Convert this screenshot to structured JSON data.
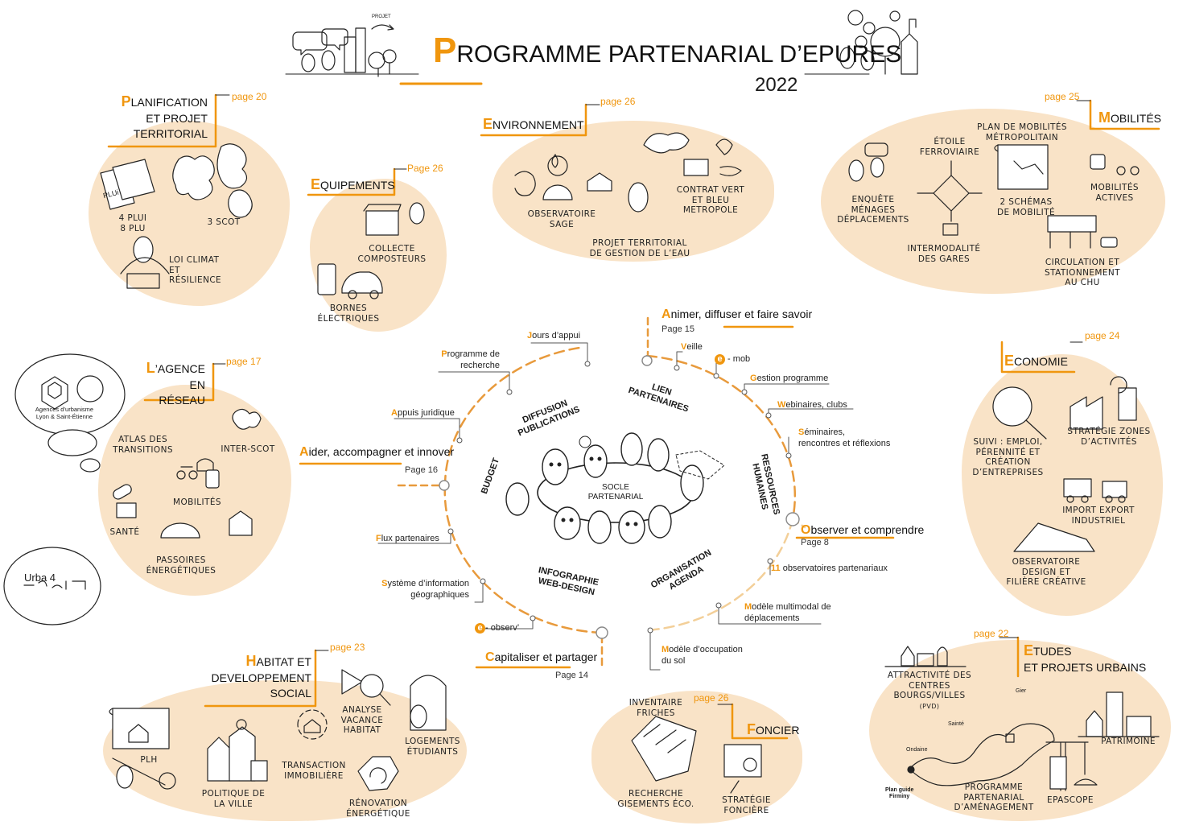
{
  "header": {
    "title_first": "P",
    "title_rest": "ROGRAMME PARTENARIAL D’EPURES",
    "year": "2022",
    "sketch_text": "PROJET"
  },
  "colors": {
    "accent": "#f0960e",
    "blob": "#f9e3c7"
  },
  "sections": {
    "planification": {
      "first": "P",
      "rest": "LANIFICATION",
      "line2": "ET PROJET",
      "line3": "TERRITORIAL",
      "page": "page 20",
      "items": [
        "4 PLUI",
        "8 PLU",
        "3 SCOT",
        "LOI CLIMAT",
        "ET",
        "RÉSILIENCE"
      ],
      "sketch_text": "PLUi"
    },
    "equipements": {
      "first": "E",
      "rest": "QUIPEMENTS",
      "page": "Page 26",
      "items": [
        "COLLECTE",
        "COMPOSTEURS",
        "BORNES",
        "ÉLECTRIQUES"
      ]
    },
    "environnement": {
      "first": "E",
      "rest": "NVIRONNEMENT",
      "page": "page 26",
      "items": [
        "OBSERVATOIRE",
        "SAGE",
        "CONTRAT VERT",
        "ET BLEU",
        "METROPOLE",
        "PROJET TERRITORIAL",
        "DE GESTION DE L’EAU"
      ]
    },
    "mobilites": {
      "first": "M",
      "rest": "OBILITÉS",
      "page": "page 25",
      "items": [
        "ENQUÊTE",
        "MÉNAGES",
        "DÉPLACEMENTS",
        "ÉTOILE",
        "FERROVIAIRE",
        "PLAN DE MOBILITÉS",
        "MÉTROPOLITAIN",
        "2 SCHÉMAS",
        "DE MOBILITÉ",
        "MOBILITÉS",
        "ACTIVES",
        "INTERMODALITÉ",
        "DES GARES",
        "CIRCULATION ET",
        "STATIONNEMENT",
        "AU CHU"
      ]
    },
    "agence": {
      "first": "L",
      "rest": "’AGENCE",
      "line2": "EN RÉSEAU",
      "page": "page 17",
      "items": [
        "ATLAS DES",
        "TRANSITIONS",
        "INTER-SCOT",
        "MOBILITÉS",
        "SANTÉ",
        "PASSOIRES",
        "ÉNERGÉTIQUES"
      ],
      "bubble_text": [
        "Agences d’urbanisme",
        "Lyon & Saint-Étienne"
      ],
      "urba_text": "Urba 4"
    },
    "economie": {
      "first": "E",
      "rest": "CONOMIE",
      "page": "page 24",
      "items": [
        "SUIVI : EMPLOI,",
        "PÉRENNITÉ ET",
        "CRÉATION",
        "D’ENTREPRISES",
        "STRATÉGIE ZONES",
        "D’ACTIVITÉS",
        "IMPORT EXPORT",
        "INDUSTRIEL",
        "OBSERVATOIRE",
        "DESIGN ET",
        "FILIÈRE CRÉATIVE"
      ]
    },
    "habitat": {
      "first": "H",
      "rest": "ABITAT ET",
      "line2": "DEVELOPPEMENT",
      "line3": "SOCIAL",
      "page": "page 23",
      "items": [
        "PLH",
        "POLITIQUE DE",
        "LA VILLE",
        "TRANSACTION",
        "IMMOBILIÈRE",
        "ANALYSE",
        "VACANCE",
        "HABITAT",
        "LOGEMENTS",
        "ÉTUDIANTS",
        "RÉNOVATION",
        "ÉNERGÉTIQUE"
      ]
    },
    "foncier": {
      "first": "F",
      "rest": "ONCIER",
      "page": "page 26",
      "items": [
        "INVENTAIRE",
        "FRICHES",
        "RECHERCHE",
        "GISEMENTS ÉCO.",
        "STRATÉGIE",
        "FONCIÈRE"
      ]
    },
    "etudes": {
      "first": "E",
      "rest": "TUDES",
      "line2": "ET PROJETS URBAINS",
      "page": "page 22",
      "items": [
        "ATTRACTIVITÉ DES",
        "CENTRES",
        "BOURGS/VILLES",
        "(PVD)",
        "PATRIMOINE",
        "PROGRAMME",
        "PARTENARIAL",
        "D’AMÉNAGEMENT",
        "EPASCOPE"
      ],
      "map_labels": [
        "Gier",
        "Sainté",
        "Ondaine",
        "Plan guide",
        "Firminy"
      ]
    }
  },
  "center": {
    "socle": [
      "SOCLE",
      "PARTENARIAL"
    ],
    "quadrants": {
      "diffusion": [
        "DIFFUSION",
        "PUBLICATIONS"
      ],
      "lien": [
        "LIEN",
        "PARTENAIRES"
      ],
      "budget": "BUDGET",
      "rh": [
        "RESSOURCES",
        "HUMAINES"
      ],
      "infographie": [
        "INFOGRAPHIE",
        "WEB-DESIGN"
      ],
      "organisation": [
        "ORGANISATION",
        "AGENDA"
      ]
    },
    "axes": {
      "animer": {
        "first": "A",
        "rest": "nimer, diffuser et faire savoir",
        "page": "Page 15"
      },
      "aider": {
        "first": "A",
        "rest": "ider, accompagner et innover",
        "page": "Page 16"
      },
      "observer": {
        "first": "O",
        "rest": "bserver et comprendre",
        "page": "Page 8"
      },
      "capitaliser": {
        "first": "C",
        "rest": "apitaliser et partager",
        "page": "Page 14"
      }
    },
    "labels": {
      "jours": {
        "first": "J",
        "rest": "ours d’appui"
      },
      "programme": {
        "first": "P",
        "rest": "rogramme de",
        "line2": "recherche"
      },
      "appuis": {
        "first": "A",
        "rest": "ppuis juridique"
      },
      "veille": {
        "first": "V",
        "rest": "eille"
      },
      "emob": {
        "first": "e",
        "rest": " - mob"
      },
      "gestion": {
        "first": "G",
        "rest": "estion programme"
      },
      "webinaires": {
        "first": "W",
        "rest": "ebinaires, clubs"
      },
      "seminaires": {
        "first": "S",
        "rest": "éminaires,",
        "line2": "rencontres et réflexions"
      },
      "flux": {
        "first": "F",
        "rest": "lux partenaires"
      },
      "sig": {
        "first": "S",
        "rest": "ystème d’information",
        "line2": "géographiques"
      },
      "eobserv": {
        "first": "e",
        "rest": "- observ’"
      },
      "onze": {
        "first": "11",
        "rest": " observatoires partenariaux"
      },
      "modele_multi": {
        "first": "M",
        "rest": "odèle multimodal de",
        "line2": "déplacements"
      },
      "modele_occ": {
        "first": "M",
        "rest": "odèle d’occupation",
        "line2": "du sol"
      }
    }
  }
}
